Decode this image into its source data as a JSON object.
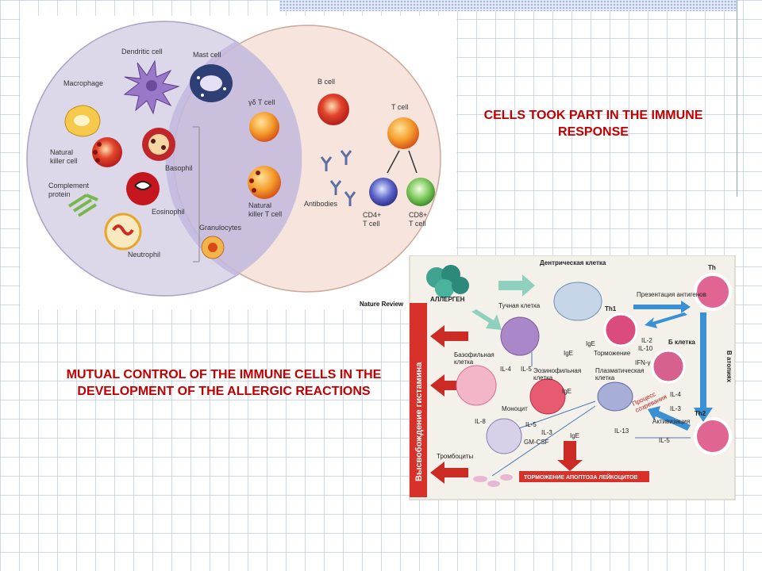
{
  "titles": {
    "immune_response": "CELLS TOOK PART IN THE IMMUNE RESPONSE",
    "mutual_control": "MUTUAL CONTROL OF THE IMMUNE CELLS IN THE DEVELOPMENT OF THE ALLERGIC REACTIONS"
  },
  "venn_diagram": {
    "labels": {
      "dendritic": "Dendritic cell",
      "mast": "Mast cell",
      "macrophage": "Macrophage",
      "nk": "Natural\nkiller cell",
      "basophil": "Basophil",
      "complement": "Complement\nprotein",
      "eosinophil": "Eosinophil",
      "granulocytes": "Granulocytes",
      "neutrophil": "Neutrophil",
      "gdt": "γδ T cell",
      "nkt": "Natural\nkiller T cell",
      "bcell": "B cell",
      "tcell": "T cell",
      "antibodies": "Antibodies",
      "cd4": "CD4+\nT cell",
      "cd8": "CD8+\nT cell"
    },
    "credit": "Nature Review"
  },
  "allergy_diagram": {
    "labels": {
      "dendritic": "Дентрическая клетка",
      "th": "Th",
      "antigen_presentation": "Презентация антигенов",
      "allergen": "АЛЛЕРГЕН",
      "mast": "Тучная клетка",
      "th1": "Th1",
      "bcell": "Б клетка",
      "atopy": "В атопиях",
      "histamine": "Высвобождение гистамина",
      "basophil": "Базофильная\nклетка",
      "eosinophil": "Эозинофильная\nклетка",
      "plasma": "Плазматическая\nклетка",
      "monocyte": "Моноцит",
      "inhibition": "Торможение",
      "maturation": "Процесс\nсозревания",
      "activation": "Активизация",
      "th2": "Th2",
      "platelets": "Тромбоциты",
      "apoptosis": "ТОРМОЖЕНИЕ АПОПТОЗА ЛЕЙКОЦИТОВ",
      "ige1": "IgE",
      "ige2": "IgE",
      "ige3": "IgE",
      "ige4": "IgE",
      "il2": "IL-2",
      "il10": "IL-10",
      "ifn": "IFN-γ",
      "il4a": "IL-4",
      "il5a": "IL-5",
      "il4b": "IL-4",
      "il3a": "IL-3",
      "il8": "IL-8",
      "il5b": "IL-5",
      "il3b": "IL-3",
      "gmcsf": "GM-CSF",
      "il13": "IL-13",
      "il5c": "IL-5"
    }
  }
}
